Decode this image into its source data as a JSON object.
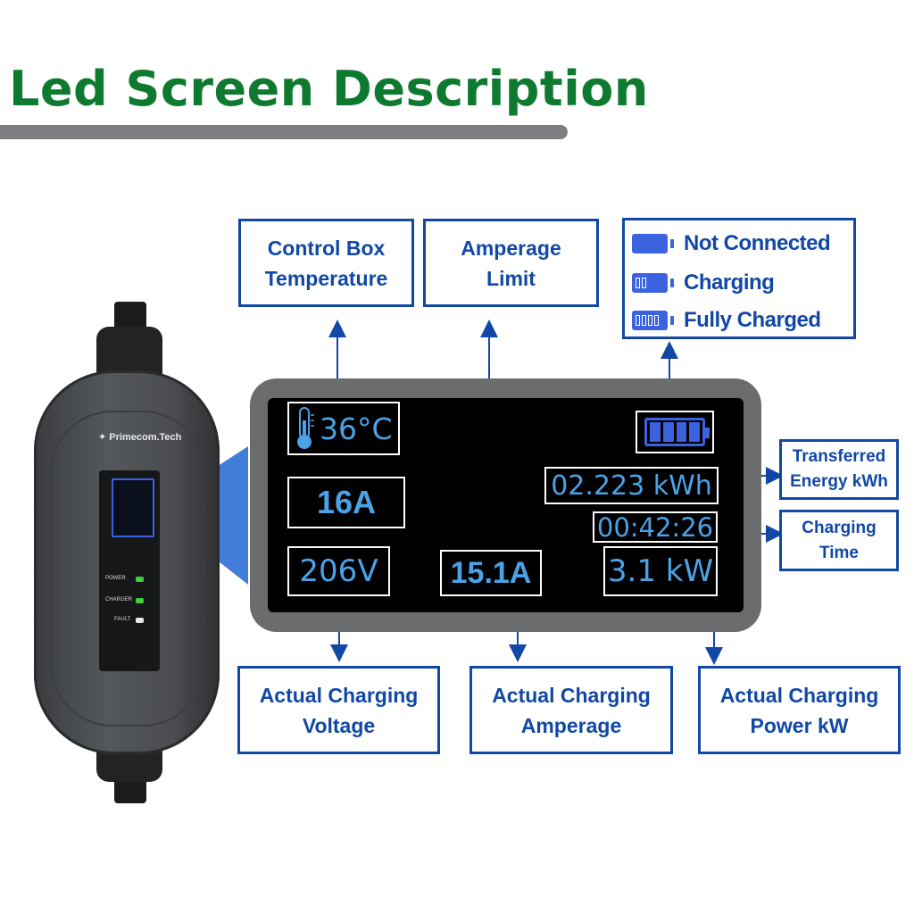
{
  "title": "Led Screen Description",
  "labels": {
    "control_box_temperature": [
      "Control Box",
      "Temperature"
    ],
    "amperage_limit": [
      "Amperage",
      "Limit"
    ],
    "transferred_energy": [
      "Transferred",
      "Energy kWh"
    ],
    "charging_time": [
      "Charging",
      "Time"
    ],
    "actual_voltage": [
      "Actual Charging",
      "Voltage"
    ],
    "actual_amperage": [
      "Actual Charging",
      "Amperage"
    ],
    "actual_power": [
      "Actual Charging",
      "Power kW"
    ]
  },
  "legend": [
    {
      "label": "Not Connected",
      "cells": 0
    },
    {
      "label": "Charging",
      "cells": 2
    },
    {
      "label": "Fully Charged",
      "cells": 4
    }
  ],
  "screen": {
    "temperature": "36°C",
    "amperage_limit": "16A",
    "energy": "02.223 kWh",
    "time": "00:42:26",
    "voltage": "206V",
    "amperage": "15.1A",
    "power": "3.1 kW",
    "battery_cells": 4
  },
  "device": {
    "brand": "Primecom.Tech",
    "leds": [
      {
        "label": "POWER",
        "color": "#3ed13e"
      },
      {
        "label": "CHARGER",
        "color": "#3ed13e"
      },
      {
        "label": "FAULT",
        "color": "#e6e6e6"
      }
    ]
  },
  "colors": {
    "title": "#0e7a30",
    "accent": "#1148a6",
    "screen_text": "#4aa3e6",
    "battery": "#3b63e0"
  }
}
